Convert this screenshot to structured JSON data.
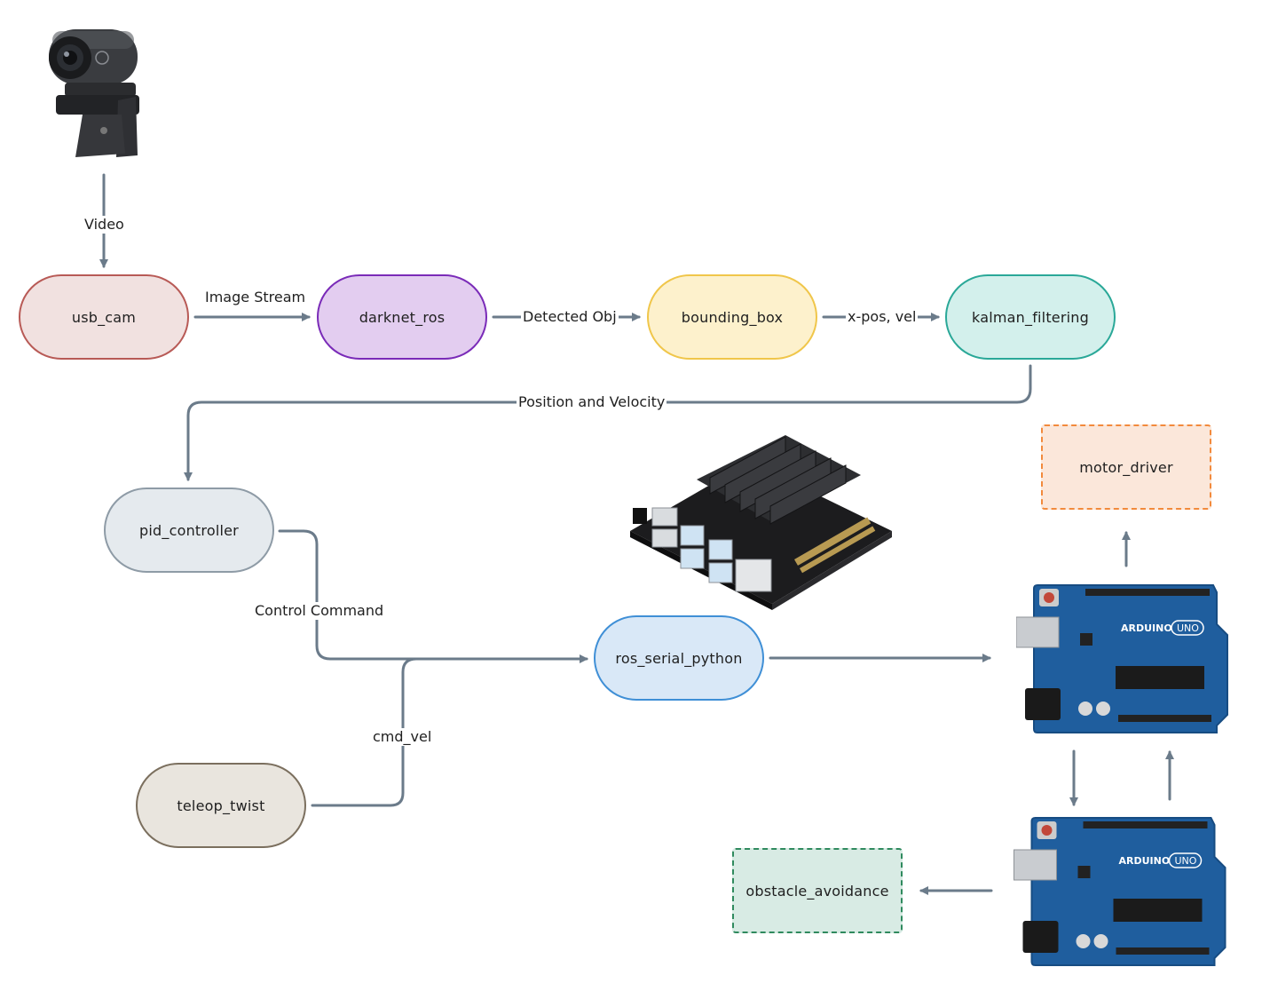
{
  "nodes": {
    "usb_cam": "usb_cam",
    "darknet_ros": "darknet_ros",
    "bounding_box": "bounding_box",
    "kalman_filtering": "kalman_filtering",
    "pid_controller": "pid_controller",
    "ros_serial_python": "ros_serial_python",
    "teleop_twist": "teleop_twist",
    "motor_driver": "motor_driver",
    "obstacle_avoidance": "obstacle_avoidance"
  },
  "edges": {
    "video": "Video",
    "image_stream": "Image Stream",
    "detected_obj": "Detected Obj",
    "x_pos_vel": "x-pos, vel",
    "position_velocity": "Position and Velocity",
    "control_command": "Control Command",
    "cmd_vel": "cmd_vel"
  },
  "hardware": {
    "webcam": "HP webcam",
    "jetson": "NVIDIA Jetson board",
    "arduino_top": "Arduino UNO",
    "arduino_bottom": "Arduino UNO",
    "arduino_brand": "ARDUINO",
    "arduino_model": "UNO"
  },
  "colors": {
    "edge": "#6b7b8a",
    "usb_cam": {
      "fill": "#f1e1e0",
      "stroke": "#b85a56"
    },
    "darknet_ros": {
      "fill": "#e3cdf0",
      "stroke": "#7a2bb8"
    },
    "bounding_box": {
      "fill": "#fdf1cc",
      "stroke": "#f0c64a"
    },
    "kalman_filtering": {
      "fill": "#d3f0ec",
      "stroke": "#2aa898"
    },
    "pid_controller": {
      "fill": "#e5eaee",
      "stroke": "#8e9ba6"
    },
    "ros_serial_python": {
      "fill": "#d9e8f7",
      "stroke": "#3f8fd6"
    },
    "teleop_twist": {
      "fill": "#e9e5de",
      "stroke": "#7b6f5e"
    },
    "motor_driver": {
      "fill": "#fbe7da",
      "stroke": "#f28a3c"
    },
    "obstacle_avoidance": {
      "fill": "#d8ebe4",
      "stroke": "#2f8a5e"
    },
    "arduino_board": "#1f5e9e"
  }
}
